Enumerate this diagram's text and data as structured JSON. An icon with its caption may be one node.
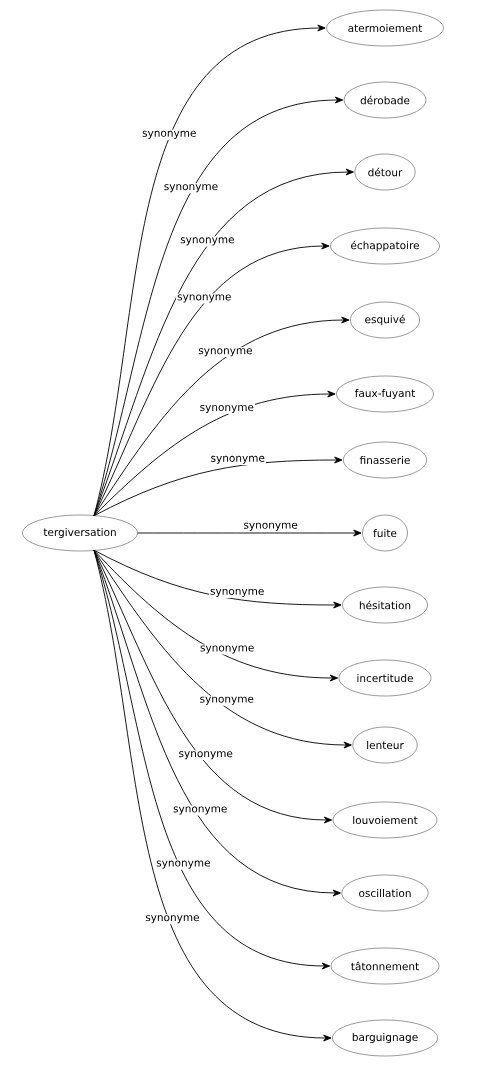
{
  "diagram": {
    "nodes": [
      {
        "text": [
          "tergiversation"
        ]
      },
      {
        "text": [
          "atermoiement"
        ]
      },
      {
        "text": [
          "dérobade"
        ]
      },
      {
        "text": [
          "détour"
        ]
      },
      {
        "text": [
          "échappatoire"
        ]
      },
      {
        "text": [
          "esquivé"
        ]
      },
      {
        "text": [
          "faux-fuyant"
        ]
      },
      {
        "text": [
          "finasserie"
        ]
      },
      {
        "text": [
          "fuite"
        ]
      },
      {
        "text": [
          "hésitation"
        ]
      },
      {
        "text": [
          "incertitude"
        ]
      },
      {
        "text": [
          "lenteur"
        ]
      },
      {
        "text": [
          "louvoiement"
        ]
      },
      {
        "text": [
          "oscillation"
        ]
      },
      {
        "text": [
          "tâtonnement"
        ]
      },
      {
        "text": [
          "barguignage"
        ]
      }
    ],
    "edges": [
      {
        "from": 0,
        "to": 1,
        "arrow": "to",
        "label": "synonyme"
      },
      {
        "from": 0,
        "to": 2,
        "arrow": "to",
        "label": "synonyme"
      },
      {
        "from": 0,
        "to": 3,
        "arrow": "to",
        "label": "synonyme"
      },
      {
        "from": 0,
        "to": 4,
        "arrow": "to",
        "label": "synonyme"
      },
      {
        "from": 0,
        "to": 5,
        "arrow": "to",
        "label": "synonyme"
      },
      {
        "from": 0,
        "to": 6,
        "arrow": "to",
        "label": "synonyme"
      },
      {
        "from": 0,
        "to": 7,
        "arrow": "to",
        "label": "synonyme"
      },
      {
        "from": 0,
        "to": 8,
        "arrow": "to",
        "label": "synonyme"
      },
      {
        "from": 0,
        "to": 9,
        "arrow": "to",
        "label": "synonyme"
      },
      {
        "from": 0,
        "to": 10,
        "arrow": "to",
        "label": "synonyme"
      },
      {
        "from": 0,
        "to": 11,
        "arrow": "to",
        "label": "synonyme"
      },
      {
        "from": 0,
        "to": 12,
        "arrow": "to",
        "label": "synonyme"
      },
      {
        "from": 0,
        "to": 13,
        "arrow": "to",
        "label": "synonyme"
      },
      {
        "from": 0,
        "to": 14,
        "arrow": "to",
        "label": "synonyme"
      },
      {
        "from": 0,
        "to": 15,
        "arrow": "to",
        "label": "synonyme"
      }
    ]
  }
}
